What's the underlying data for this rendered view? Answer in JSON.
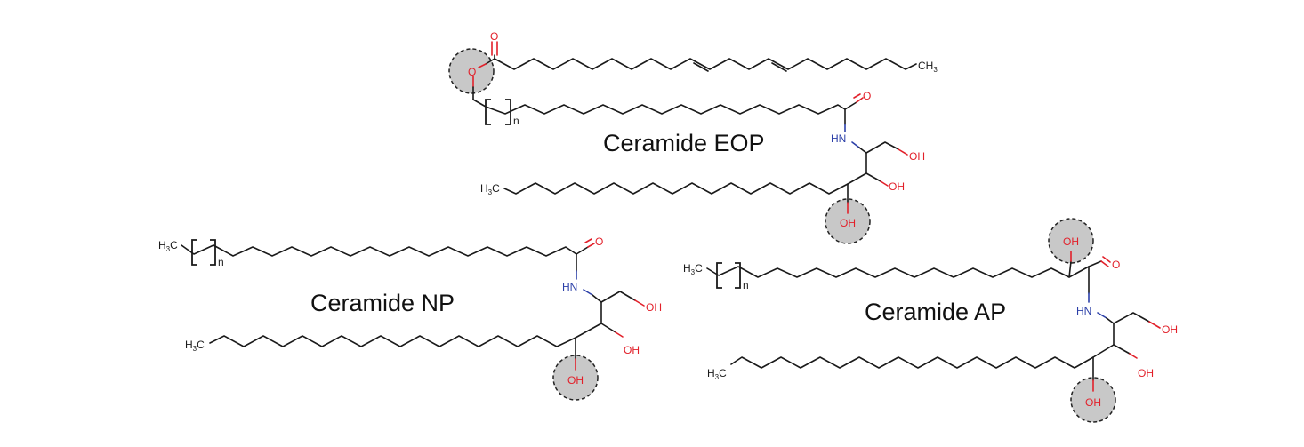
{
  "molecules": [
    {
      "id": "eop",
      "title": "Ceramide EOP",
      "atoms": {
        "ester_carbonyl_o": "O",
        "ester_o": "O",
        "terminal_methyl_main": "CH",
        "terminal_methyl_sub": "3",
        "repeat_n": "n",
        "amide_o": "O",
        "nh": "HN",
        "oh_primary": "OH",
        "oh_secondary": "OH",
        "oh_highlight": "OH",
        "sphingoid_methyl_main": "H",
        "sphingoid_methyl_sub": "3",
        "sphingoid_methyl_c": "C"
      }
    },
    {
      "id": "np",
      "title": "Ceramide NP",
      "atoms": {
        "acyl_methyl_main": "H",
        "acyl_methyl_sub": "3",
        "acyl_methyl_c": "C",
        "repeat_n": "n",
        "amide_o": "O",
        "nh": "HN",
        "oh_primary": "OH",
        "oh_secondary": "OH",
        "oh_highlight": "OH",
        "sphingoid_methyl_main": "H",
        "sphingoid_methyl_sub": "3",
        "sphingoid_methyl_c": "C"
      }
    },
    {
      "id": "ap",
      "title": "Ceramide AP",
      "atoms": {
        "acyl_methyl_main": "H",
        "acyl_methyl_sub": "3",
        "acyl_methyl_c": "C",
        "repeat_n": "n",
        "alpha_oh_highlight": "OH",
        "amide_o": "O",
        "nh": "HN",
        "oh_primary": "OH",
        "oh_secondary": "OH",
        "oh_highlight": "OH",
        "sphingoid_methyl_main": "H",
        "sphingoid_methyl_sub": "3",
        "sphingoid_methyl_c": "C"
      }
    }
  ],
  "colors": {
    "bond": "#1a1a1a",
    "oxygen": "#e2202a",
    "nitrogen": "#2b3fa8",
    "highlight_fill": "#c8c8c8"
  }
}
